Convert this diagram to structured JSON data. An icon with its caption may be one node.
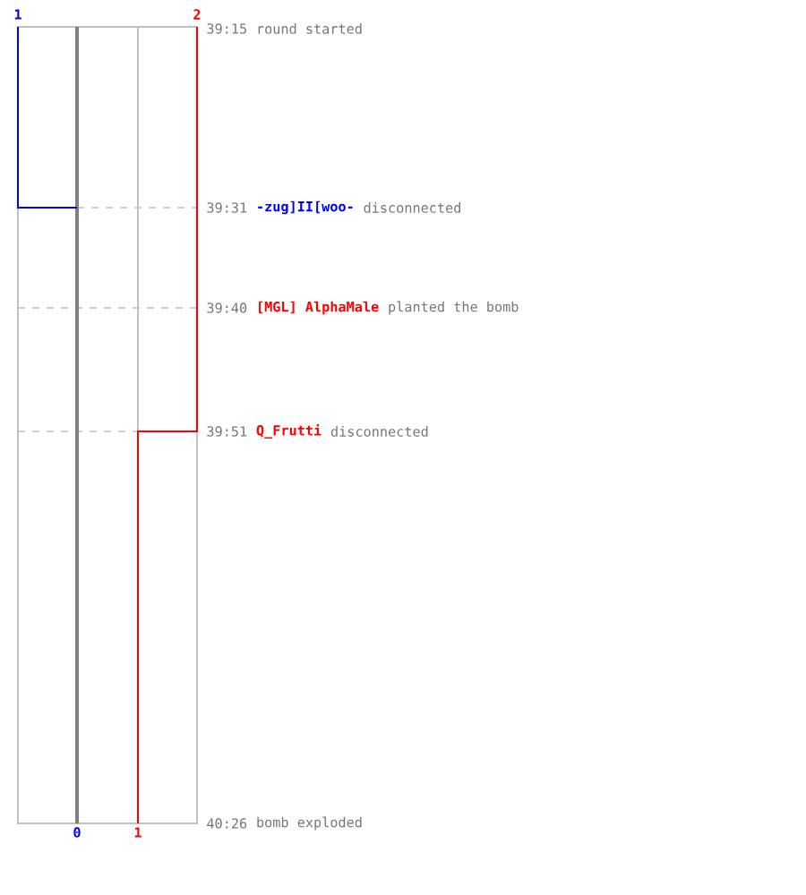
{
  "diagram": {
    "labels": [
      "1",
      "2",
      "39:15",
      "round started",
      "39:31",
      "-zug]II[woo-",
      "disconnected",
      "39:40",
      "[MGL] AlphaMale",
      "planted the bomb",
      "39:51",
      "Q_Frutti",
      "disconnected",
      "0",
      "1",
      "40:26",
      "bomb exploded"
    ]
  }
}
